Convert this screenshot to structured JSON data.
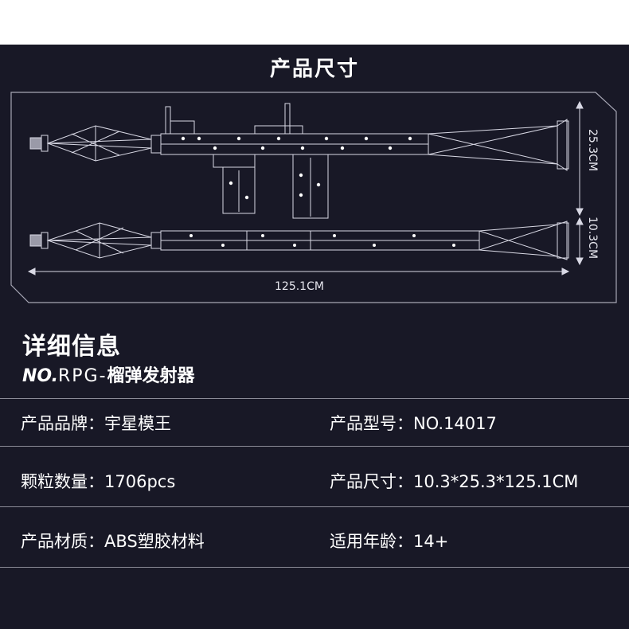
{
  "header": {
    "title": "产品尺寸"
  },
  "dimensions": {
    "height_top": "25.3CM",
    "height_bottom": "10.3CM",
    "length": "125.1CM"
  },
  "details": {
    "title": "详细信息",
    "model_prefix": "NO.",
    "model_code": "RPG-",
    "model_name": "榴弹发射器"
  },
  "specs": {
    "brand": {
      "label": "产品品牌：",
      "value": "宇星模王"
    },
    "model": {
      "label": "产品型号：",
      "value": "NO.14017"
    },
    "pieces": {
      "label": "颗粒数量：",
      "value": "1706pcs"
    },
    "size": {
      "label": "产品尺寸：",
      "value": "10.3*25.3*125.1CM"
    },
    "material": {
      "label": "产品材质：",
      "value": "ABS塑胶材料"
    },
    "age": {
      "label": "适用年龄：",
      "value": "14+"
    }
  },
  "colors": {
    "panel": "#181826",
    "line": "#8a8a96",
    "text": "#ffffff"
  }
}
